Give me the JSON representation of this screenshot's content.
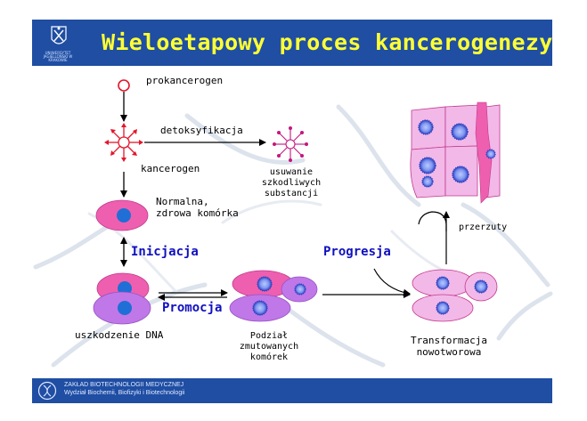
{
  "header": {
    "title": "Wieloetapowy proces kancerogenezy",
    "logo_text": "UNIWERSYTET JAGIELLOŃSKI W KRAKOWIE"
  },
  "footer": {
    "line1": "ZAKŁAD BIOTECHNOLOGII MEDYCZNEJ",
    "line2": "Wydział Biochemii, Biofizyki i Biotechnologii"
  },
  "labels": {
    "prokancerogen": "prokancerogen",
    "detoksyfikacja": "detoksyfikacja",
    "kancerogen": "kancerogen",
    "usuwanie": [
      "usuwanie",
      "szkodliwych",
      "substancji"
    ],
    "normal_cell": [
      "Normalna,",
      "zdrowa komórka"
    ],
    "dna_damage": "uszkodzenie DNA",
    "division": [
      "Podział",
      "zmutowanych",
      "komórek"
    ],
    "transformation": [
      "Transformacja",
      "nowotworowa"
    ],
    "metastasis": "przerzuty"
  },
  "stages": {
    "initiation": "Inicjacja",
    "promotion": "Promocja",
    "progression": "Progresja"
  },
  "colors": {
    "header_bg": "#1f4ea3",
    "title_text": "#ffff33",
    "stage_text": "#1010c0",
    "pink_cell": "#ee5fb0",
    "purple_cell": "#c077e8",
    "nucleus_blue": "#1f6fd6",
    "tumor_cell": "#f2b8e8",
    "radical_red": "#e3162b"
  },
  "icons": {
    "university_logo": "crest-icon",
    "footer_logo": "dna-icon"
  }
}
